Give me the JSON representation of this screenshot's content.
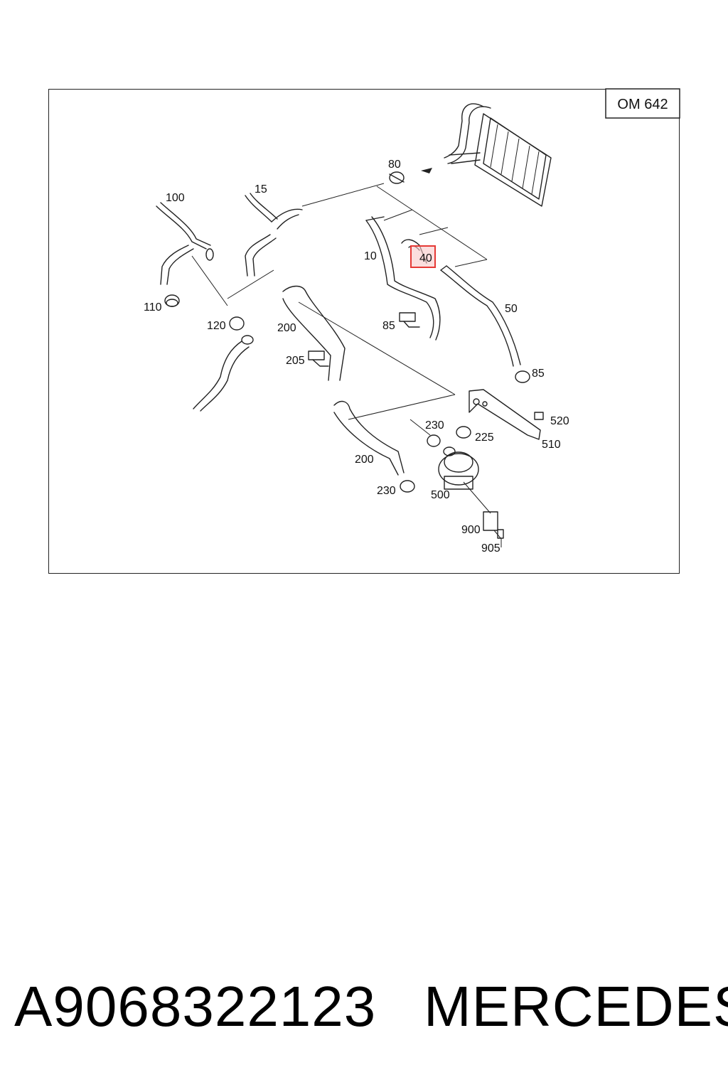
{
  "diagram": {
    "engine_code": "OM 642",
    "highlighted_label": "40",
    "labels": {
      "l100": "100",
      "l15": "15",
      "l80": "80",
      "l10": "10",
      "l40": "40",
      "l110": "110",
      "l120": "120",
      "l200a": "200",
      "l85a": "85",
      "l50": "50",
      "l205": "205",
      "l85b": "85",
      "l520": "520",
      "l510": "510",
      "l230a": "230",
      "l225": "225",
      "l200b": "200",
      "l230b": "230",
      "l500": "500",
      "l900": "900",
      "l905": "905"
    },
    "highlight_color": "#e53935"
  },
  "footer": {
    "part_number": "A9068322123",
    "brand": "MERCEDES"
  }
}
